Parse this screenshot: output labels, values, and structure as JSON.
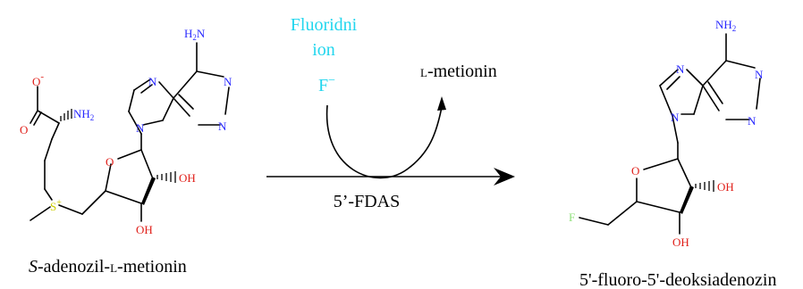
{
  "colors": {
    "nitrogen": "#2a2aff",
    "oxygen": "#e0201a",
    "sulfur": "#cccc00",
    "fluorine": "#8fe07a",
    "fluoride": "#22d6ee",
    "bond": "#000000"
  },
  "reaction": {
    "reagent_line1": "Fluoridni",
    "reagent_line2": "ion",
    "reagent_symbol": "F",
    "reagent_charge": "−",
    "byproduct_prefix": "L",
    "byproduct_rest": "-metionin",
    "enzyme": "5’-FDAS"
  },
  "substrate": {
    "name_italic": "S",
    "name_part1": "-adenozil-",
    "name_small": "L",
    "name_part2": "-metionin",
    "labels": {
      "carboxylate_o": "O",
      "carboxylate_charge": "-",
      "carbonyl_o": "O",
      "amine": "NH",
      "amine_sub": "2",
      "adenine_nh2": "H",
      "adenine_nh2_sub": "2",
      "adenine_nh2_n": "N",
      "n1": "N",
      "n3": "N",
      "n7": "N",
      "n9": "N",
      "ring_o": "O",
      "oh1": "OH",
      "oh2": "OH",
      "sulfur": "S",
      "sulfur_charge": "+"
    }
  },
  "product": {
    "name": "5'-fluoro-5'-deoksiadenozin",
    "labels": {
      "nh2": "NH",
      "nh2_sub": "2",
      "n1": "N",
      "n3": "N",
      "n7": "N",
      "n9": "N",
      "ring_o": "O",
      "oh1": "OH",
      "oh2": "OH",
      "fluorine": "F"
    }
  }
}
